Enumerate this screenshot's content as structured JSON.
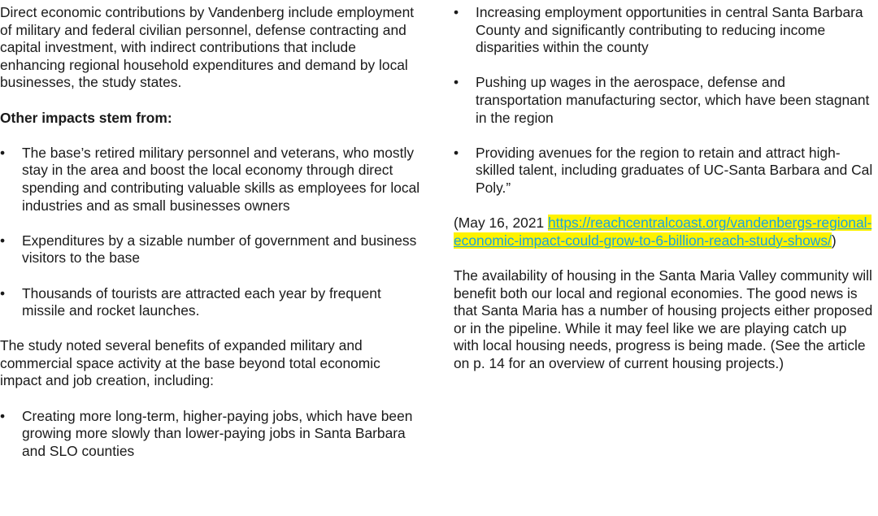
{
  "left_column": {
    "intro": "Direct economic contributions by Vandenberg include employment of military and federal civilian personnel, defense contracting and capital investment, with indirect contributions that include enhancing regional household expenditures and demand by local businesses, the study states.",
    "other_impacts_heading": "Other impacts stem from:",
    "impacts": [
      "The base’s retired military personnel and veterans, who mostly stay in the area and boost the local economy through direct spending and contributing valuable skills as employees for local industries and as small businesses owners",
      "Expenditures by a sizable number of government and business visitors to the base",
      "Thousands of tourists are attracted each year by frequent missile and rocket launches."
    ],
    "benefits_intro": "The study noted several benefits of expanded military and commercial space activity at the base beyond total economic impact and job creation, including:",
    "benefits": [
      "Creating more long-term, higher-paying jobs, which have been growing more slowly than lower-paying jobs in Santa Barbara and SLO counties"
    ]
  },
  "right_column": {
    "benefits": [
      "Increasing employment opportunities in central Santa Barbara County and significantly contributing to reducing income disparities within the county",
      "Pushing up wages in the aerospace, defense and transportation manufacturing sector, which have been stagnant in the region",
      "Providing avenues for the region to retain and attract high-skilled talent, including graduates of UC-Santa Barbara and Cal Poly.”"
    ],
    "citation": {
      "prefix": "(May 16, 2021 ",
      "url": "https://reachcentralcoast.org/vandenbergs-regional-economic-impact-could-grow-to-6-billion-reach-study-shows/",
      "suffix": ")"
    },
    "closing": "The availability of housing in the Santa Maria Valley community will benefit both our local and regional economies. The good news is that Santa Maria has a number of housing projects either proposed or in the pipeline. While it may feel like we are playing catch up with local housing needs, progress is being made. (See the article on p. 14 for an overview of current housing projects.)"
  },
  "colors": {
    "text": "#1a1a1a",
    "link": "#1aa3e0",
    "highlight": "#fff200"
  }
}
